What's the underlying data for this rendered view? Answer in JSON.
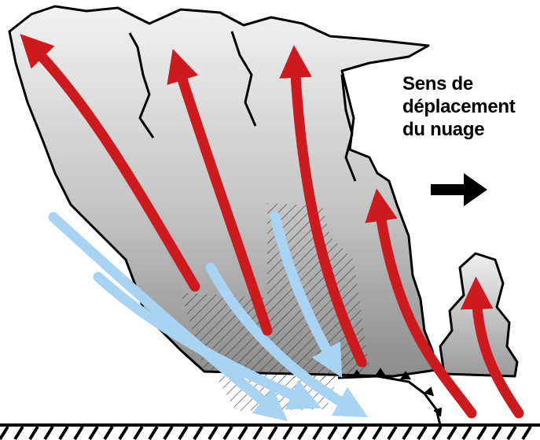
{
  "diagram": {
    "motion_label": {
      "line1": "Sens de",
      "line2": "déplacement",
      "line3": "du nuage"
    },
    "colors": {
      "updraft": "#cc1a1f",
      "downdraft": "#a9d3f3",
      "cloud_top": "#f0f0f0",
      "cloud_bottom": "#8a8a8a",
      "outline": "#000000",
      "ground_hatch": "#000000",
      "background": "#ffffff"
    },
    "icons": {
      "motion_arrow": "right-arrow-icon",
      "ground": "hatched-ground-icon"
    }
  }
}
